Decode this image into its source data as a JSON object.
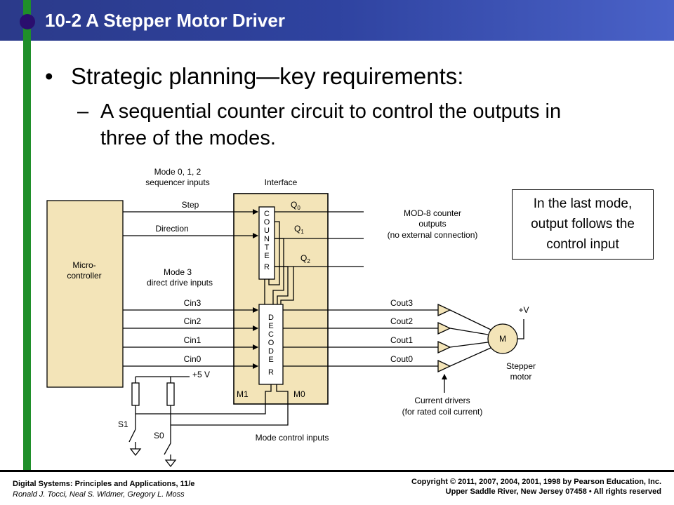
{
  "slide": {
    "title": "10-2 A Stepper Motor Driver",
    "bullet": "Strategic planning—key requirements:",
    "sub_bullet": "A sequential counter circuit to control the outputs in three of the modes.",
    "bullet_marker": "•",
    "sub_marker": "–"
  },
  "diagram": {
    "header_mode012": [
      "Mode 0, 1, 2",
      "sequencer inputs"
    ],
    "header_interface": "Interface",
    "microcontroller": [
      "Micro-",
      "controller"
    ],
    "in_step": "Step",
    "in_direction": "Direction",
    "header_mode3": [
      "Mode 3",
      "direct drive inputs"
    ],
    "cin": [
      "Cin3",
      "Cin2",
      "Cin1",
      "Cin0"
    ],
    "counter_letters": [
      "C",
      "O",
      "U",
      "N",
      "T",
      "E",
      "R"
    ],
    "decoder_letters": [
      "D",
      "E",
      "C",
      "O",
      "D",
      "E",
      "R"
    ],
    "q_labels": [
      "Q",
      "Q",
      "Q"
    ],
    "q_subs": [
      "0",
      "1",
      "2"
    ],
    "mod8_label": [
      "MOD-8 counter",
      "outputs",
      "(no external connection)"
    ],
    "cout": [
      "Cout3",
      "Cout2",
      "Cout1",
      "Cout0"
    ],
    "vplus": "+V",
    "motor_letter": "M",
    "motor_label": [
      "Stepper",
      "motor"
    ],
    "drivers_label": [
      "Current drivers",
      "(for rated coil current)"
    ],
    "supply": "+5 V",
    "m1": "M1",
    "m0": "M0",
    "s1": "S1",
    "s0": "S0",
    "mode_control": "Mode control inputs"
  },
  "note": [
    "In the last mode,",
    "output follows the",
    "control input"
  ],
  "footer": {
    "book": "Digital Systems: Principles and Applications, 11/e",
    "authors": "Ronald J. Tocci, Neal S. Widmer, Gregory L. Moss",
    "copyright": "Copyright © 2011, 2007, 2004, 2001, 1998 by Pearson Education, Inc.",
    "address": "Upper Saddle River, New Jersey 07458 • All rights reserved"
  },
  "colors": {
    "title_bar": "#2f43a0",
    "green_bar": "#1f8f2a",
    "dot": "#2a0e6e",
    "interface_fill": "#f3e4b8",
    "panel_fill": "#f3e4b8"
  }
}
